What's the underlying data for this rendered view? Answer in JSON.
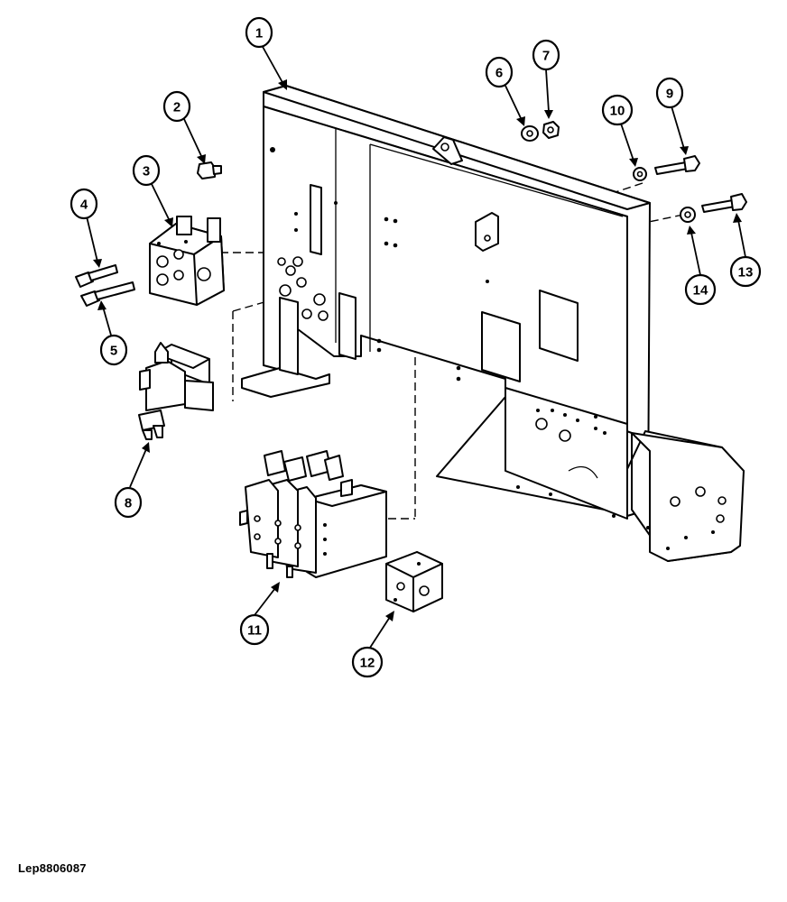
{
  "drawing": {
    "reference_code": "Lep8806087"
  },
  "callouts": [
    {
      "number": "1",
      "part": "frame"
    },
    {
      "number": "2",
      "part": "cap-screw"
    },
    {
      "number": "3",
      "part": "control-valve"
    },
    {
      "number": "4",
      "part": "screw"
    },
    {
      "number": "5",
      "part": "screw"
    },
    {
      "number": "6",
      "part": "washer"
    },
    {
      "number": "7",
      "part": "nut"
    },
    {
      "number": "8",
      "part": "solenoid-valve"
    },
    {
      "number": "9",
      "part": "bolt"
    },
    {
      "number": "10",
      "part": "washer"
    },
    {
      "number": "11",
      "part": "valve-stack"
    },
    {
      "number": "12",
      "part": "manifold-block"
    },
    {
      "number": "13",
      "part": "bolt"
    },
    {
      "number": "14",
      "part": "washer"
    }
  ]
}
